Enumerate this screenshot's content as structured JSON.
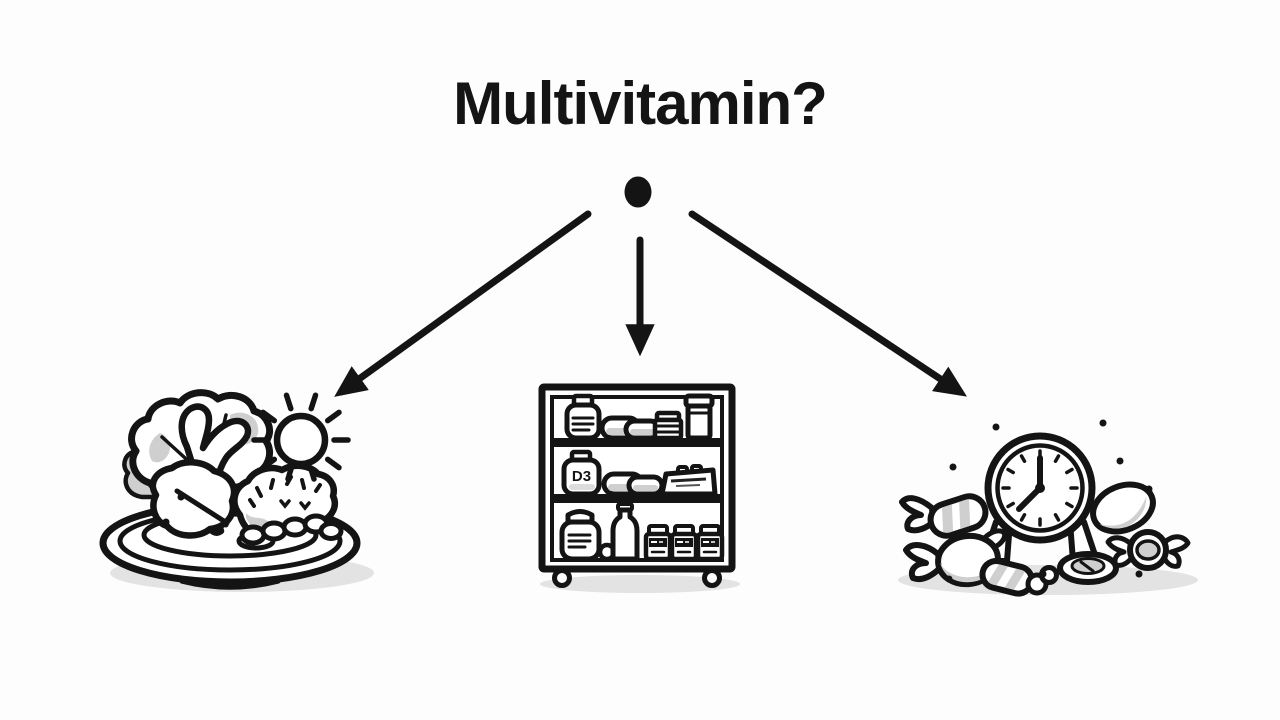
{
  "title": "Multivitamin?",
  "colors": {
    "ink": "#141414",
    "shade": "#cfcfcf",
    "shadow": "#e3e3e3",
    "bg": "#fdfdfd"
  },
  "diagram": {
    "root_symbol": "decision-dot",
    "branches": [
      {
        "name": "whole-foods",
        "illustration": "plate-of-food-with-sun",
        "elements": [
          "plate",
          "lettuce-leaf",
          "bok-choy-stalk",
          "potato",
          "bread-loaf",
          "peas",
          "sun"
        ]
      },
      {
        "name": "supplement-shelf",
        "illustration": "shelf-with-vitamin-bottles",
        "visible_label": "D3",
        "elements": [
          "vitamin-bottle",
          "capsule-pills",
          "ridged-jar",
          "tall-jar",
          "d3-bottle",
          "supplement-box",
          "round-pill",
          "tall-bottle",
          "labeled-jars",
          "shelf-feet"
        ]
      },
      {
        "name": "sugary-supplements",
        "illustration": "candies-with-alarm-clock",
        "clock_time": "7:00",
        "elements": [
          "alarm-clock",
          "striped-candies",
          "wrapped-candy",
          "egg-candy",
          "round-tablet",
          "scattered-dots"
        ]
      }
    ]
  },
  "shelf": {
    "d3_label": "D3"
  }
}
